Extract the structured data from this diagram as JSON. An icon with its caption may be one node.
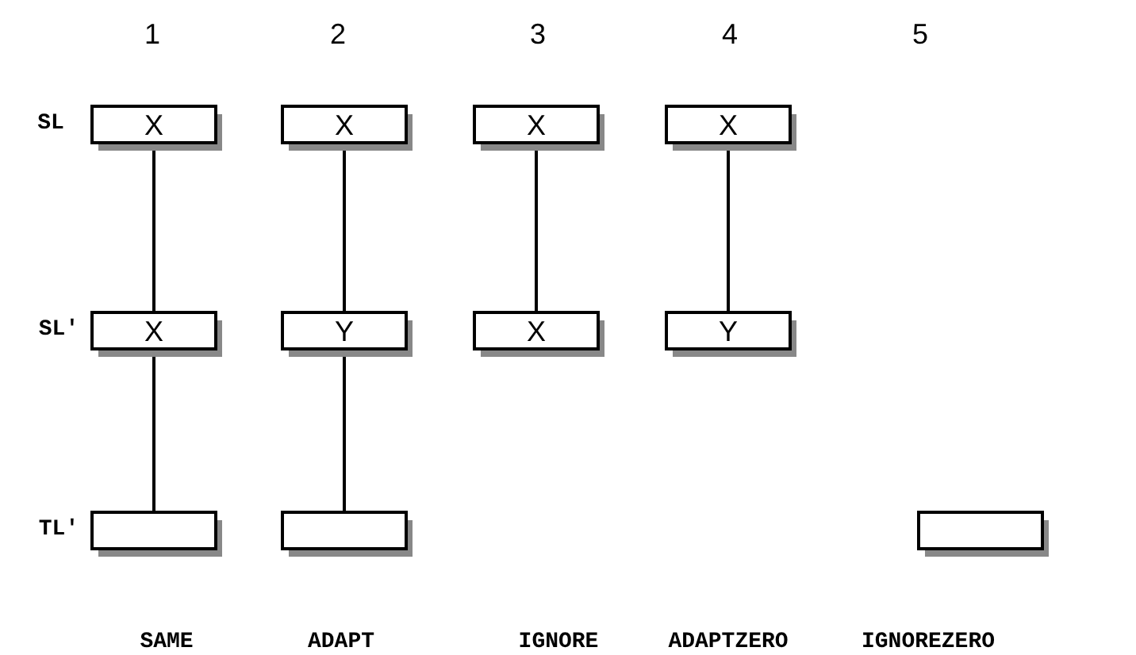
{
  "diagram": {
    "nodes": [
      {
        "text": [
          "X"
        ]
      },
      {
        "text": [
          "X"
        ]
      },
      {
        "text": [
          "X"
        ]
      },
      {
        "text": [
          "X"
        ]
      },
      {
        "text": [
          "X"
        ]
      },
      {
        "text": [
          "Y"
        ]
      },
      {
        "text": [
          "X"
        ]
      },
      {
        "text": [
          "Y"
        ]
      },
      {
        "text": [],
        "shape": "box"
      },
      {
        "text": [],
        "shape": "box"
      },
      {
        "text": [],
        "shape": "box"
      }
    ],
    "edges": [
      {
        "from": 0,
        "to": 4,
        "arrow": "none"
      },
      {
        "from": 1,
        "to": 5,
        "arrow": "none"
      },
      {
        "from": 2,
        "to": 6,
        "arrow": "none"
      },
      {
        "from": 3,
        "to": 7,
        "arrow": "none"
      },
      {
        "from": 4,
        "to": 8,
        "arrow": "none"
      },
      {
        "from": 5,
        "to": 9,
        "arrow": "none"
      }
    ],
    "labels": [
      "1",
      "2",
      "3",
      "4",
      "5",
      "SL",
      "SL'",
      "TL'",
      "SAME",
      "ADAPT",
      "IGNORE",
      "ADAPTZERO",
      "IGNOREZERO"
    ]
  }
}
